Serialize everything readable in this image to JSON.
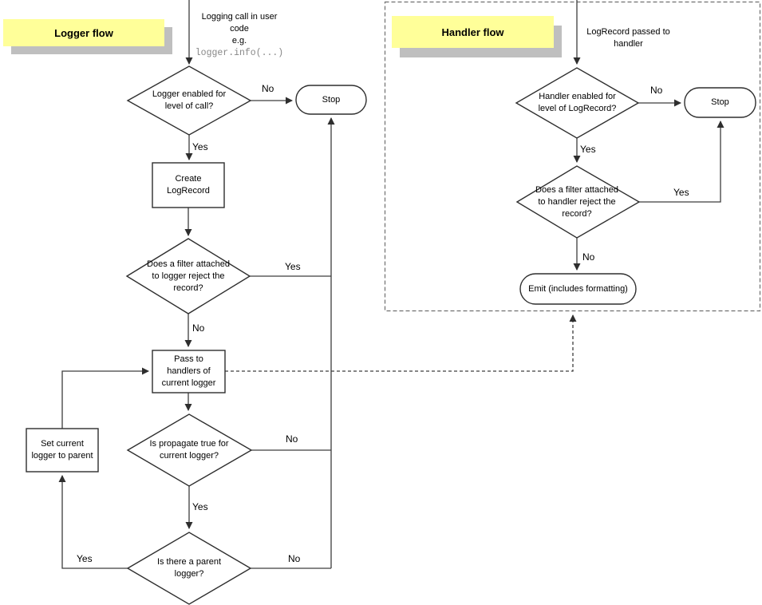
{
  "colors": {
    "sticky_yellow": "#ffff99",
    "sticky_shadow": "#bfbfbf",
    "flow_line": "#3d3d3d",
    "shape_border": "#2e2e2e",
    "dashed_region_border": "#6f6f6f",
    "code_text": "#878787",
    "background": "#ffffff"
  },
  "logger_flow": {
    "title": "Logger flow",
    "intro_text": "Logging call in user\ncode\ne.g.",
    "intro_code": "logger.info(...)",
    "nodes": {
      "enabled_decision": "Logger enabled for\nlevel of call?",
      "stop": "Stop",
      "create_record": "Create\nLogRecord",
      "filter_decision": "Does a filter attached\nto logger reject the\nrecord?",
      "pass_handlers": "Pass to\nhandlers of\ncurrent logger",
      "propagate_decision": "Is propagate true for\ncurrent logger?",
      "parent_decision": "Is there a parent\nlogger?",
      "set_parent": "Set current\nlogger to parent"
    },
    "edge_labels": {
      "enabled_no": "No",
      "enabled_yes": "Yes",
      "filter_yes": "Yes",
      "filter_no": "No",
      "propagate_no": "No",
      "propagate_yes": "Yes",
      "parent_yes": "Yes",
      "parent_no": "No"
    }
  },
  "handler_flow": {
    "title": "Handler flow",
    "intro_text": "LogRecord passed to\nhandler",
    "nodes": {
      "enabled_decision": "Handler enabled for\nlevel of LogRecord?",
      "stop": "Stop",
      "filter_decision": "Does a filter attached\nto handler reject the\nrecord?",
      "emit": "Emit (includes formatting)"
    },
    "edge_labels": {
      "enabled_no": "No",
      "enabled_yes": "Yes",
      "filter_yes": "Yes",
      "filter_no": "No"
    }
  }
}
